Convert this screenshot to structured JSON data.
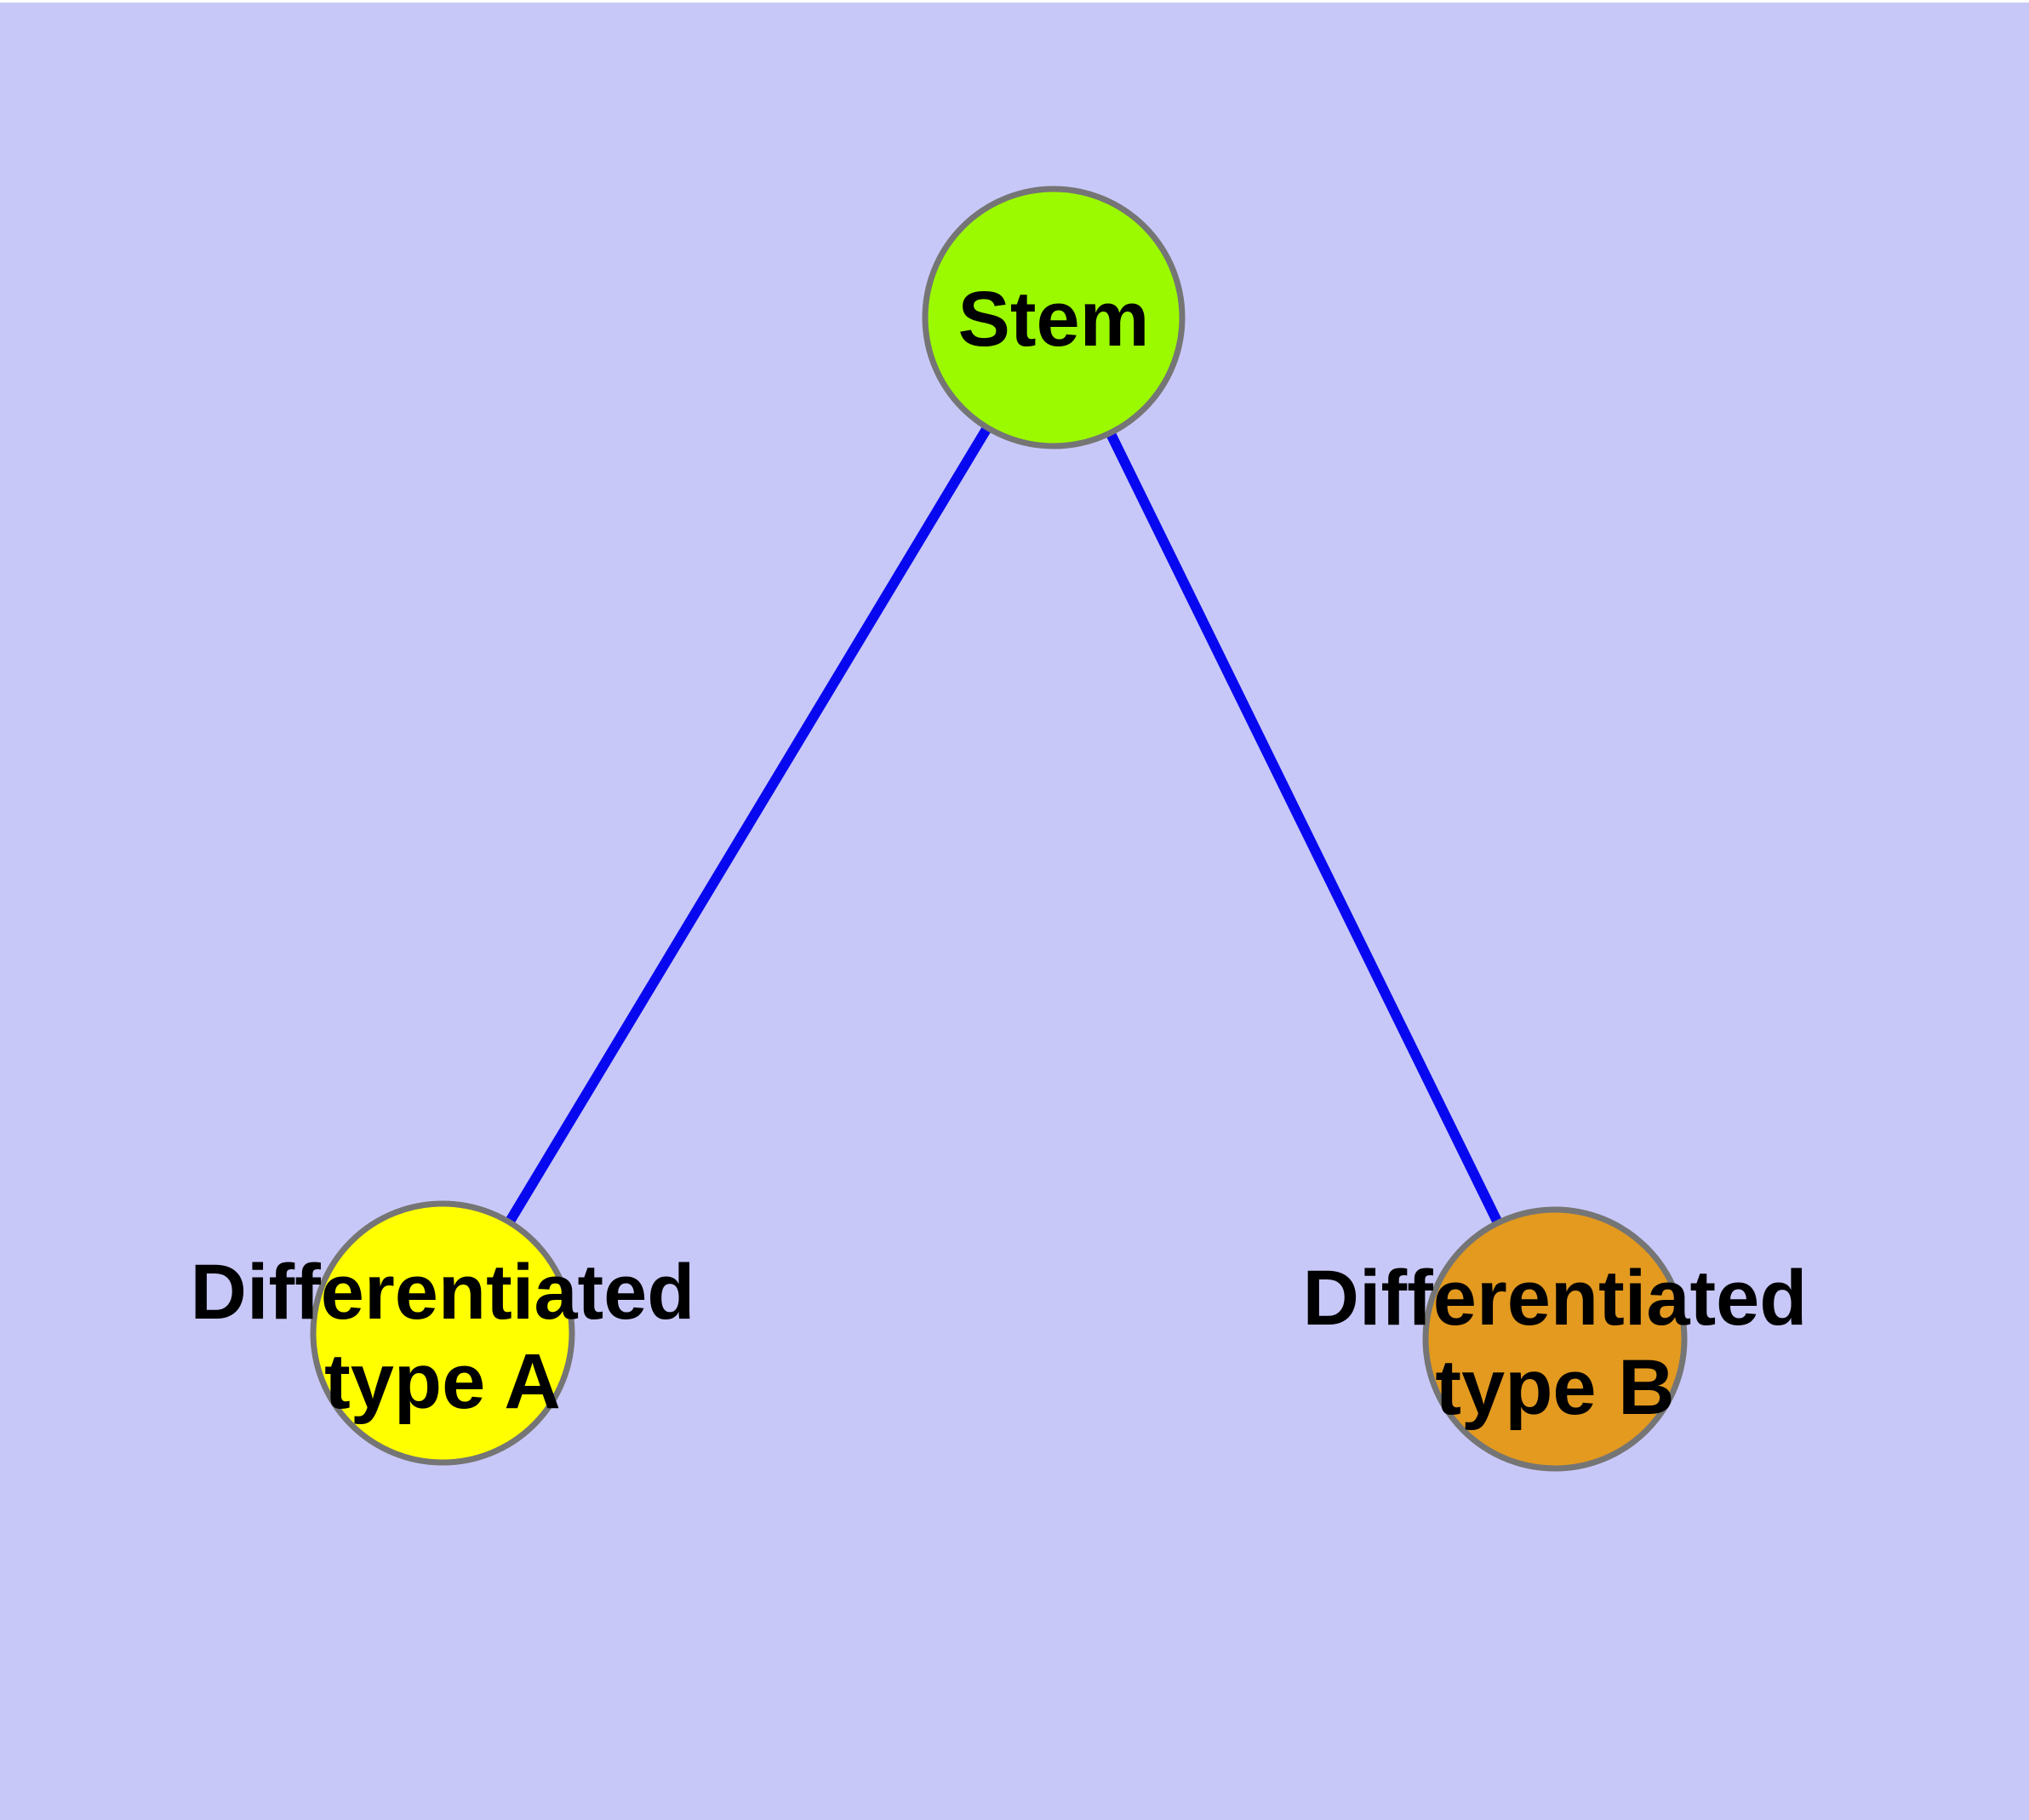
{
  "background_color": "#c8c8f8",
  "colors": {
    "edge": "#0808f0",
    "node_border": "#757575",
    "label": "#000000"
  },
  "nodes": {
    "stem": {
      "id": "stem",
      "label": "Stem",
      "fill": "#9bfa00"
    },
    "type_a": {
      "id": "type-a",
      "line1": "Differentiated",
      "line2": "type A",
      "fill": "#ffff00"
    },
    "type_b": {
      "id": "type-b",
      "line1": "Differentiated",
      "line2": "type B",
      "fill": "#e39a1f"
    }
  },
  "edges": [
    {
      "from": "Stem",
      "to": "Differentiated type A"
    },
    {
      "from": "Stem",
      "to": "Differentiated type B"
    }
  ]
}
